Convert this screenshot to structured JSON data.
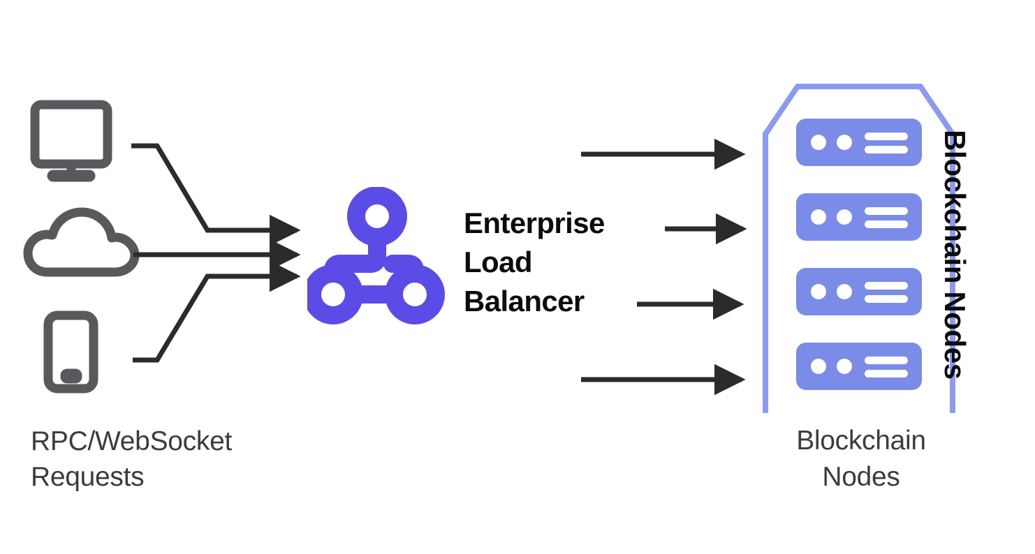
{
  "diagram": {
    "title": "Enterprise Load Balancer architecture",
    "background": "#ffffff",
    "colors": {
      "device_gray": "#58595c",
      "arrow_black": "#2b2b2b",
      "load_balancer_purple": "#5b4ce8",
      "node_blue": "#7b8ce8",
      "rack_frame_blue": "#8b9bf2",
      "text_dark_gray": "#3c3c3c",
      "text_black": "#0c0c0c"
    },
    "clients": {
      "label": "RPC/WebSocket\nRequests",
      "icons": [
        {
          "name": "desktop-monitor-icon",
          "alt": "Desktop computer"
        },
        {
          "name": "cloud-icon",
          "alt": "Cloud service"
        },
        {
          "name": "mobile-phone-icon",
          "alt": "Mobile phone"
        }
      ]
    },
    "load_balancer": {
      "label": "Enterprise\nLoad\nBalancer",
      "icon": "load-balancer-node-graph-icon"
    },
    "nodes": {
      "label": "Blockchain\nNodes",
      "side_label": "Blockchain Nodes",
      "count": 4,
      "units": [
        {
          "name": "blockchain-node-1"
        },
        {
          "name": "blockchain-node-2"
        },
        {
          "name": "blockchain-node-3"
        },
        {
          "name": "blockchain-node-4"
        }
      ]
    },
    "connectors": {
      "ingress_label": "Client requests to load balancer",
      "ingress_count": 3,
      "egress_label": "Load balancer to blockchain nodes",
      "egress_count": 4
    }
  }
}
